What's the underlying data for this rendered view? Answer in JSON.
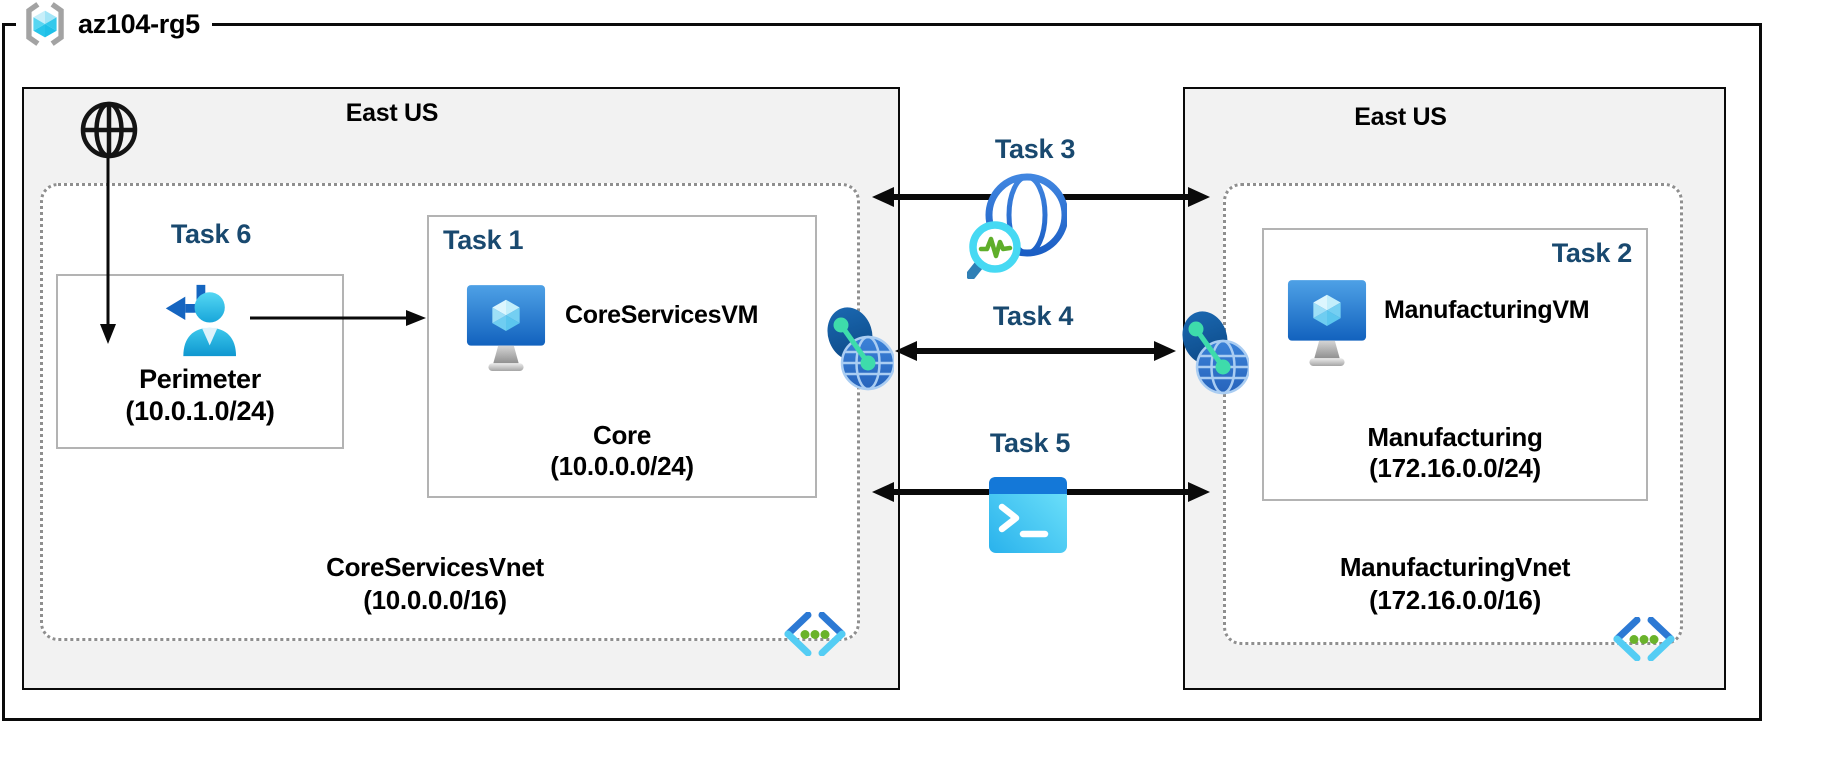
{
  "resource_group": {
    "label": "az104-rg5"
  },
  "left_region": {
    "title": "East US",
    "task6_label": "Task 6",
    "perimeter_subnet": {
      "name": "Perimeter",
      "cidr": "(10.0.1.0/24)"
    },
    "task1": {
      "label": "Task 1",
      "vm_name": "CoreServicesVM",
      "subnet_name": "Core",
      "subnet_cidr": "(10.0.0.0/24)"
    },
    "vnet": {
      "name": "CoreServicesVnet",
      "cidr": "(10.0.0.0/16)"
    }
  },
  "right_region": {
    "title": "East US",
    "task2": {
      "label": "Task 2",
      "vm_name": "ManufacturingVM",
      "subnet_name": "Manufacturing",
      "subnet_cidr": "(172.16.0.0/24)"
    },
    "vnet": {
      "name": "ManufacturingVnet",
      "cidr": "(172.16.0.0/16)"
    }
  },
  "connections": {
    "task3_label": "Task 3",
    "task4_label": "Task 4",
    "task5_label": "Task 5"
  },
  "icons": {
    "resource_group": "resource-group-icon",
    "internet": "internet-globe-icon",
    "perimeter_user": "signin-user-icon",
    "virtual_machine": "virtual-machine-icon",
    "network_watcher": "network-watcher-icon",
    "vnet_peering": "vnet-peering-icon",
    "cloud_shell": "cloud-shell-icon",
    "virtual_network": "virtual-network-icon"
  },
  "colors": {
    "task_label": "#19496f",
    "region_fill": "#f2f2f2",
    "arrow": "#0a0a0a",
    "vm_blue": "#2f7cd3",
    "cyan_accent": "#45d8f2",
    "green_accent": "#6ab32b"
  }
}
